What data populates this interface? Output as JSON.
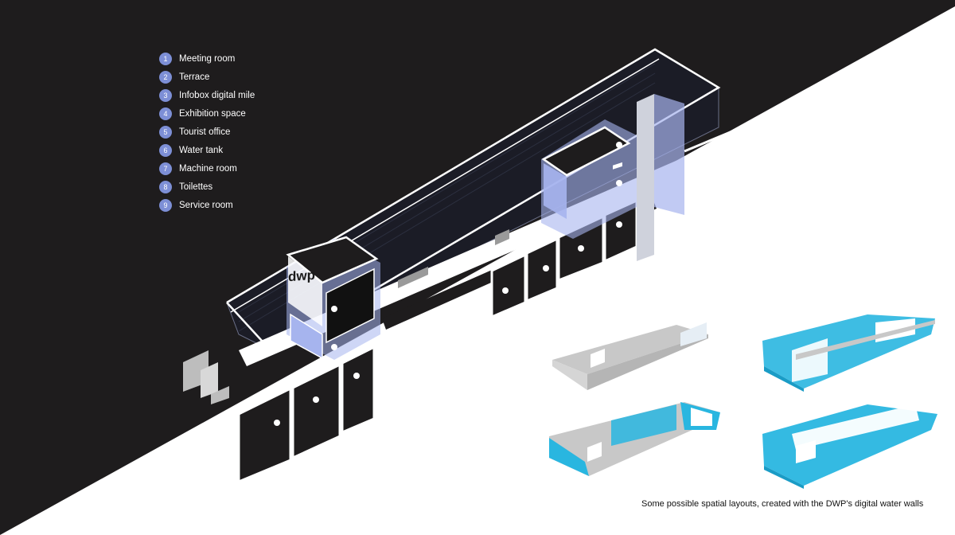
{
  "legend": [
    {
      "num": "1",
      "label": "Meeting room"
    },
    {
      "num": "2",
      "label": "Terrace"
    },
    {
      "num": "3",
      "label": "Infobox digital mile"
    },
    {
      "num": "4",
      "label": "Exhibition space"
    },
    {
      "num": "5",
      "label": "Tourist office"
    },
    {
      "num": "6",
      "label": "Water tank"
    },
    {
      "num": "7",
      "label": "Machine room"
    },
    {
      "num": "8",
      "label": "Toilettes"
    },
    {
      "num": "9",
      "label": "Service room"
    }
  ],
  "logo": "dwp",
  "caption": "Some possible spatial layouts, created with the DWP's digital water walls",
  "colors": {
    "background_dark": "#1e1c1d",
    "background_light": "#ffffff",
    "marker": "#7d8fd6",
    "water_wall_light": "#a6b4ee",
    "water_blue": "#29b6e0",
    "floor_grey": "#c8c8c8"
  }
}
